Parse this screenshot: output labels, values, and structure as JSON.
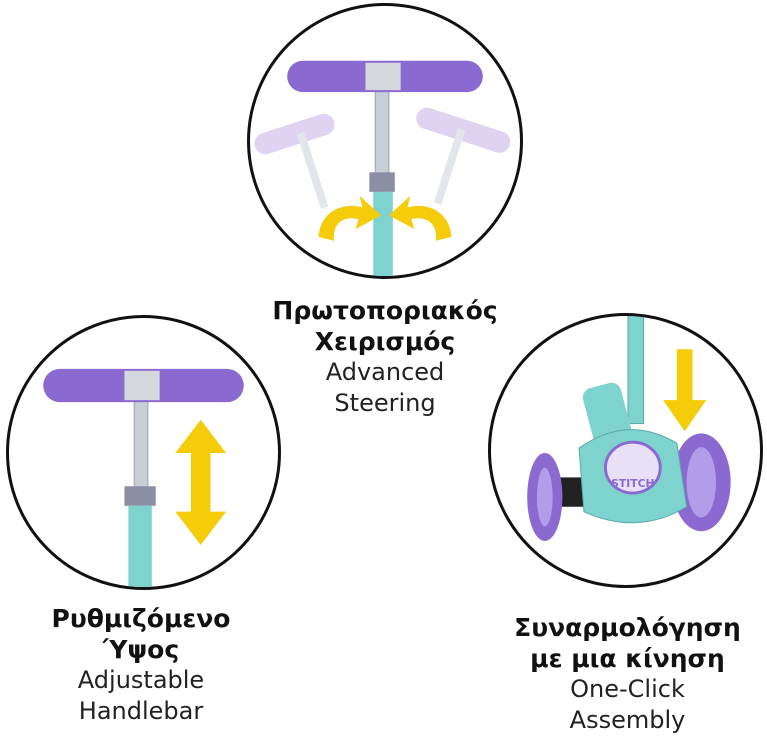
{
  "features": {
    "steering": {
      "title_line1": "Πρωτοποριακός",
      "title_line2": "Χειρισμός",
      "subtitle_line1": "Advanced",
      "subtitle_line2": "Steering"
    },
    "height": {
      "title_line1": "Ρυθμιζόμενο",
      "title_line2": "Ύψος",
      "subtitle_line1": "Adjustable",
      "subtitle_line2": "Handlebar"
    },
    "assembly": {
      "title_line1": "Συναρμολόγηση",
      "title_line2": "με μια κίνηση",
      "subtitle_line1": "One-Click",
      "subtitle_line2": "Assembly",
      "logo_text": "STITCH"
    }
  },
  "colors": {
    "grip_purple": "#8a6ad1",
    "grip_faded": "#c9b6e6",
    "deck_teal": "#7fd3cf",
    "arrow_yellow": "#f5cc0a",
    "outline": "#111111"
  },
  "icons": [
    "steering-arrows-icon",
    "vertical-double-arrow-icon",
    "down-arrow-icon"
  ]
}
